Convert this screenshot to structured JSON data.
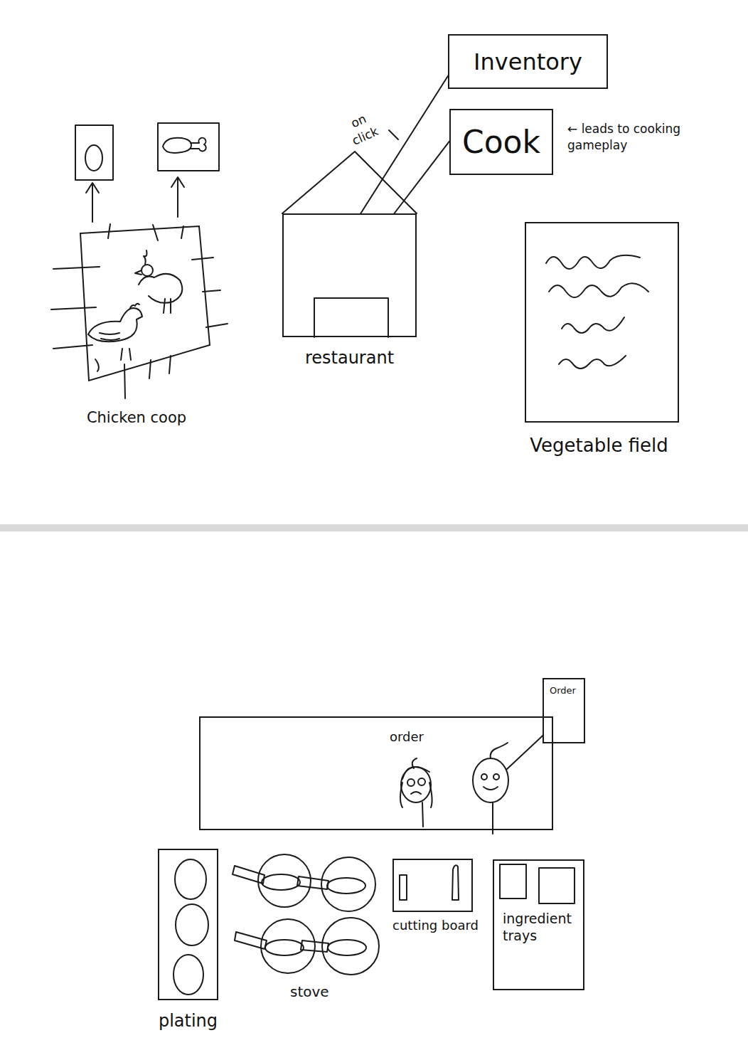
{
  "diagram": {
    "nodes": [
      {
        "text": [
          "Inventory"
        ]
      },
      {
        "text": [
          "Cook"
        ]
      },
      {
        "text": [
          "restaurant"
        ]
      },
      {
        "text": [
          "Chicken coop"
        ]
      },
      {
        "text": [
          "Vegetable field"
        ]
      },
      {
        "text": [
          "Order"
        ]
      },
      {
        "text": [
          "order"
        ]
      },
      {
        "text": [
          "plating"
        ]
      },
      {
        "text": [
          "cutting board"
        ]
      },
      {
        "text": [
          "ingredient trays"
        ]
      }
    ],
    "edges": [
      {
        "from": 2,
        "to": 0,
        "arrow": "none"
      },
      {
        "from": 2,
        "to": 1,
        "arrow": "none"
      }
    ],
    "labels": [
      "on click",
      "← leads to cooking gameplay",
      "stove"
    ]
  }
}
